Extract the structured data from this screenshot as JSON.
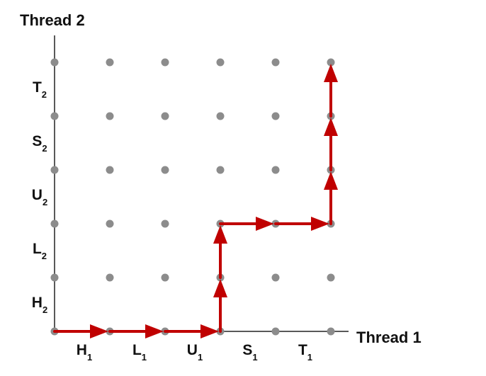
{
  "diagram": {
    "y_axis_title": "Thread 2",
    "x_axis_title": "Thread 1",
    "thread1_steps": [
      {
        "letter": "H",
        "sub": "1"
      },
      {
        "letter": "L",
        "sub": "1"
      },
      {
        "letter": "U",
        "sub": "1"
      },
      {
        "letter": "S",
        "sub": "1"
      },
      {
        "letter": "T",
        "sub": "1"
      }
    ],
    "thread2_steps": [
      {
        "letter": "H",
        "sub": "2"
      },
      {
        "letter": "L",
        "sub": "2"
      },
      {
        "letter": "U",
        "sub": "2"
      },
      {
        "letter": "S",
        "sub": "2"
      },
      {
        "letter": "T",
        "sub": "2"
      }
    ],
    "grid_size": [
      6,
      6
    ],
    "trajectory": [
      [
        0,
        0
      ],
      [
        1,
        0
      ],
      [
        2,
        0
      ],
      [
        3,
        0
      ],
      [
        3,
        1
      ],
      [
        3,
        2
      ],
      [
        4,
        2
      ],
      [
        5,
        2
      ],
      [
        5,
        3
      ],
      [
        5,
        4
      ],
      [
        5,
        5
      ]
    ],
    "colors": {
      "point": "#8c8c8c",
      "path": "#c00000",
      "axis": "#222222"
    }
  }
}
